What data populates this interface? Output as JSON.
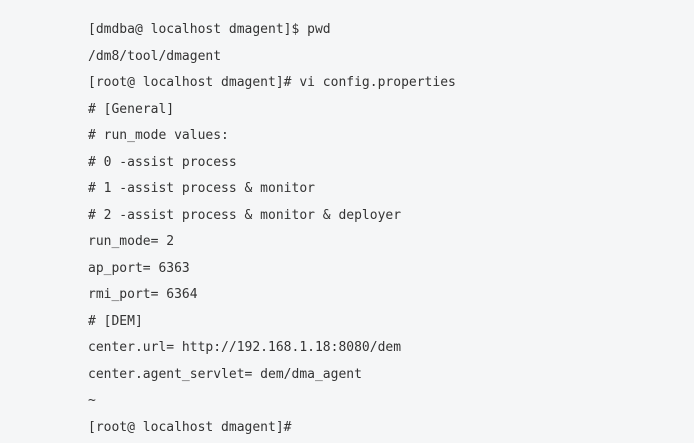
{
  "terminal": {
    "lines": [
      "[dmdba@ localhost dmagent]$ pwd",
      "/dm8/tool/dmagent",
      "[root@ localhost dmagent]# vi config.properties",
      "# [General]",
      "# run_mode values:",
      "# 0 -assist process",
      "# 1 -assist process & monitor",
      "# 2 -assist process & monitor & deployer",
      "run_mode= 2",
      "ap_port= 6363",
      "rmi_port= 6364",
      "# [DEM]",
      "center.url= http://192.168.1.18:8080/dem",
      "center.agent_servlet= dem/dma_agent",
      "~",
      "[root@ localhost dmagent]#"
    ]
  }
}
